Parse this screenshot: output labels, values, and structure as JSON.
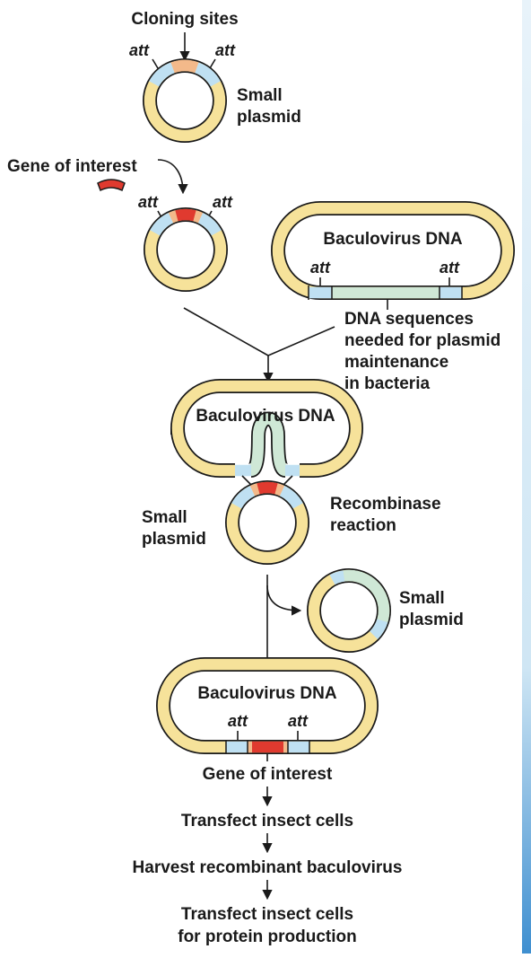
{
  "labels": {
    "cloning_sites": "Cloning sites",
    "att": "att",
    "small": "Small",
    "plasmid": "plasmid",
    "gene_of_interest": "Gene of interest",
    "baculovirus_dna": "Baculovirus DNA",
    "dna_seq_1": "DNA sequences",
    "dna_seq_2": "needed for plasmid",
    "dna_seq_3": "maintenance",
    "dna_seq_4": "in bacteria",
    "recombinase_1": "Recombinase",
    "recombinase_2": "reaction"
  },
  "steps": [
    "Gene of interest",
    "Transfect insect cells",
    "Harvest recombinant baculovirus",
    "Transfect insect cells",
    "for protein production"
  ],
  "colors": {
    "backbone": "#f6e29a",
    "att_site": "#bfe0f2",
    "cloning_site": "#f3b98a",
    "gene": "#e03a2f",
    "maintenance": "#cfe8d6",
    "edge_accent": "#3f8fd0"
  }
}
